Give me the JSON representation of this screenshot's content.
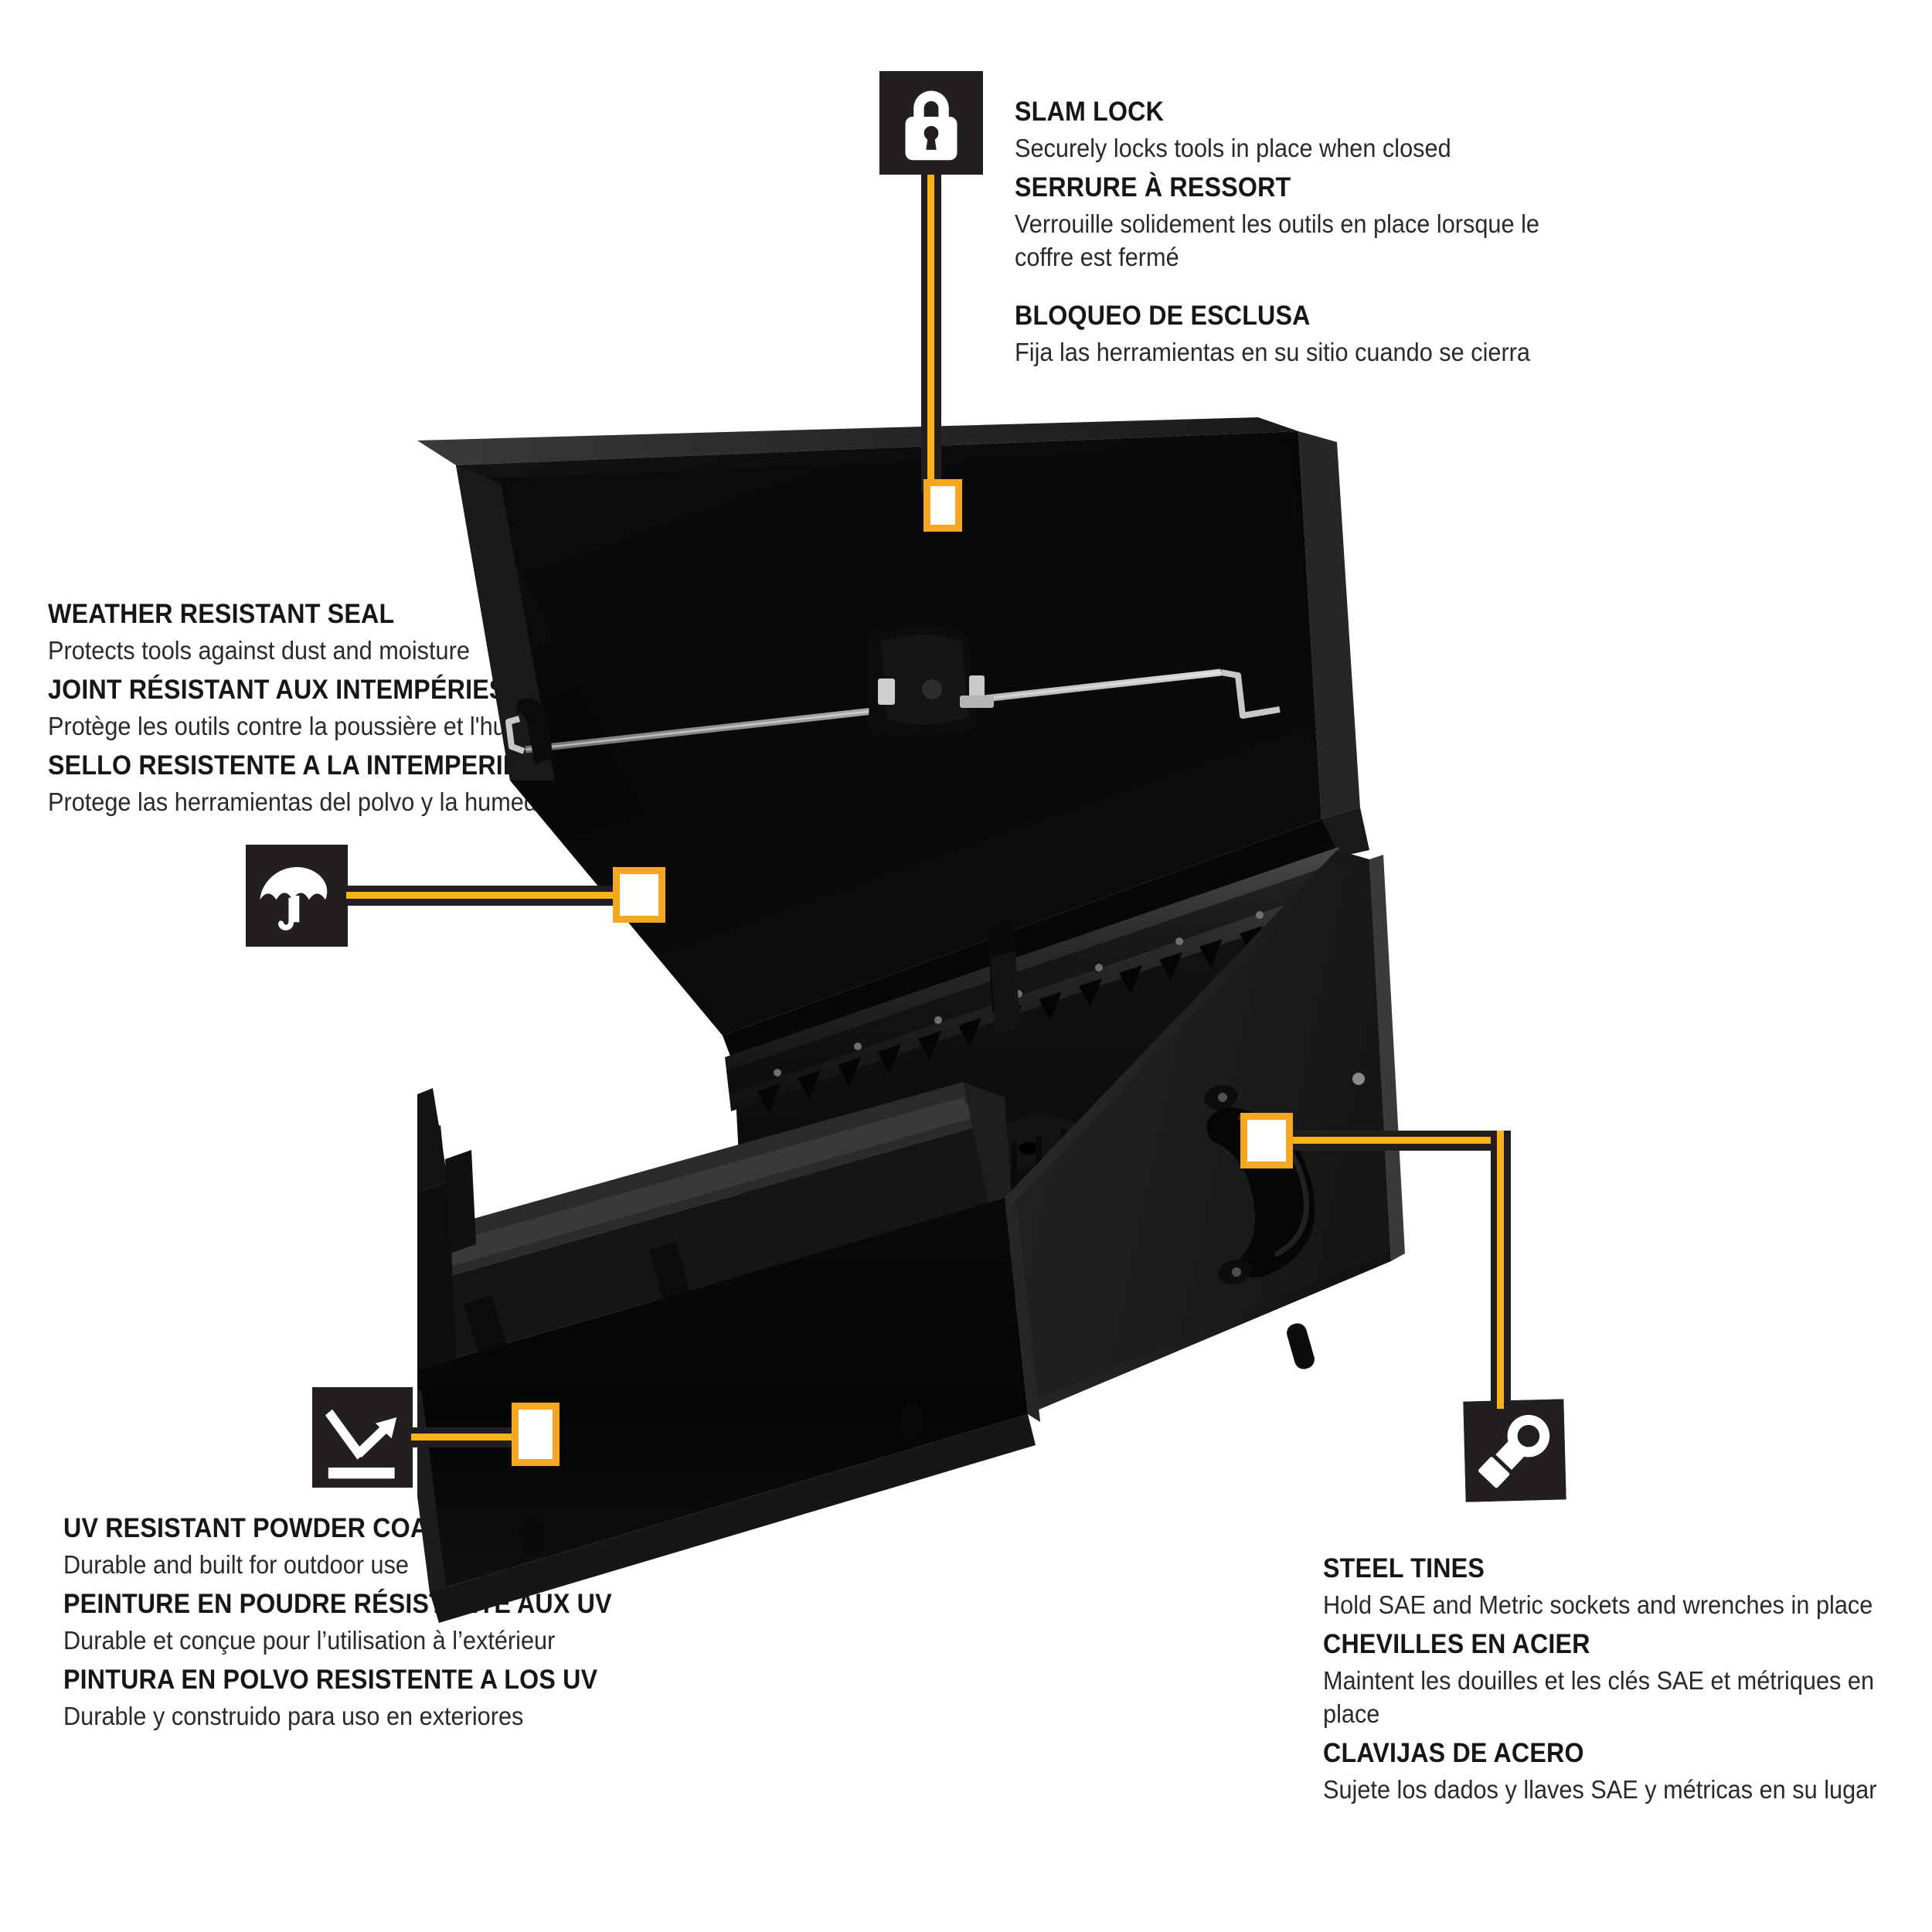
{
  "theme": {
    "accent_amber": "#f5a623",
    "accent_amber_bright": "#f9b319",
    "icon_tile_bg": "#231f20",
    "text_color": "#161616",
    "background": "#ffffff"
  },
  "product": {
    "name": "black-steel-triangle-top-tool-box",
    "description": "Open black powder-coated steel triangle-top tool chest shown at an angle with lid raised"
  },
  "callouts": [
    {
      "id": "slam-lock",
      "icon": "lock-icon",
      "languages": [
        {
          "code": "en",
          "title": "SLAM LOCK",
          "description": "Securely locks tools in place when closed"
        },
        {
          "code": "fr",
          "title": "SERRURE À RESSORT",
          "description": "Verrouille solidement les outils en place lorsque le coffre est fermé"
        },
        {
          "code": "es",
          "title": "BLOQUEO DE ESCLUSA",
          "description": "Fija las herramientas en su sitio cuando se cierra"
        }
      ]
    },
    {
      "id": "weather-resistant-seal",
      "icon": "umbrella-icon",
      "languages": [
        {
          "code": "en",
          "title": "WEATHER RESISTANT SEAL",
          "description": "Protects tools against dust and moisture"
        },
        {
          "code": "fr",
          "title": "JOINT RÉSISTANT AUX INTEMPÉRIES",
          "description": "Protège les outils contre la poussière et l'humidité"
        },
        {
          "code": "es",
          "title": "SELLO RESISTENTE A LA INTEMPERIE",
          "description": "Protege las herramientas del polvo y la humedad"
        }
      ]
    },
    {
      "id": "uv-resistant-powder-coat-paint",
      "icon": "uv-ray-reflect-icon",
      "languages": [
        {
          "code": "en",
          "title": "UV RESISTANT POWDER COAT PAINT",
          "description": "Durable and built for outdoor use"
        },
        {
          "code": "fr",
          "title": "PEINTURE EN POUDRE RÉSISTANTE AUX UV",
          "description": "Durable et conçue pour l’utilisation à l’extérieur"
        },
        {
          "code": "es",
          "title": "PINTURA EN POLVO RESISTENTE A LOS UV",
          "description": "Durable y construido para uso en exteriores"
        }
      ]
    },
    {
      "id": "steel-tines",
      "icon": "wrench-socket-icon",
      "languages": [
        {
          "code": "en",
          "title": "STEEL TINES",
          "description": "Hold SAE and Metric sockets and wrenches in place"
        },
        {
          "code": "fr",
          "title": "CHEVILLES EN ACIER",
          "description": "Maintent les douilles et les clés SAE et métriques en place"
        },
        {
          "code": "es",
          "title": "CLAVIJAS DE ACERO",
          "description": "Sujete los dados y llaves SAE y métricas en su lugar"
        }
      ]
    }
  ]
}
